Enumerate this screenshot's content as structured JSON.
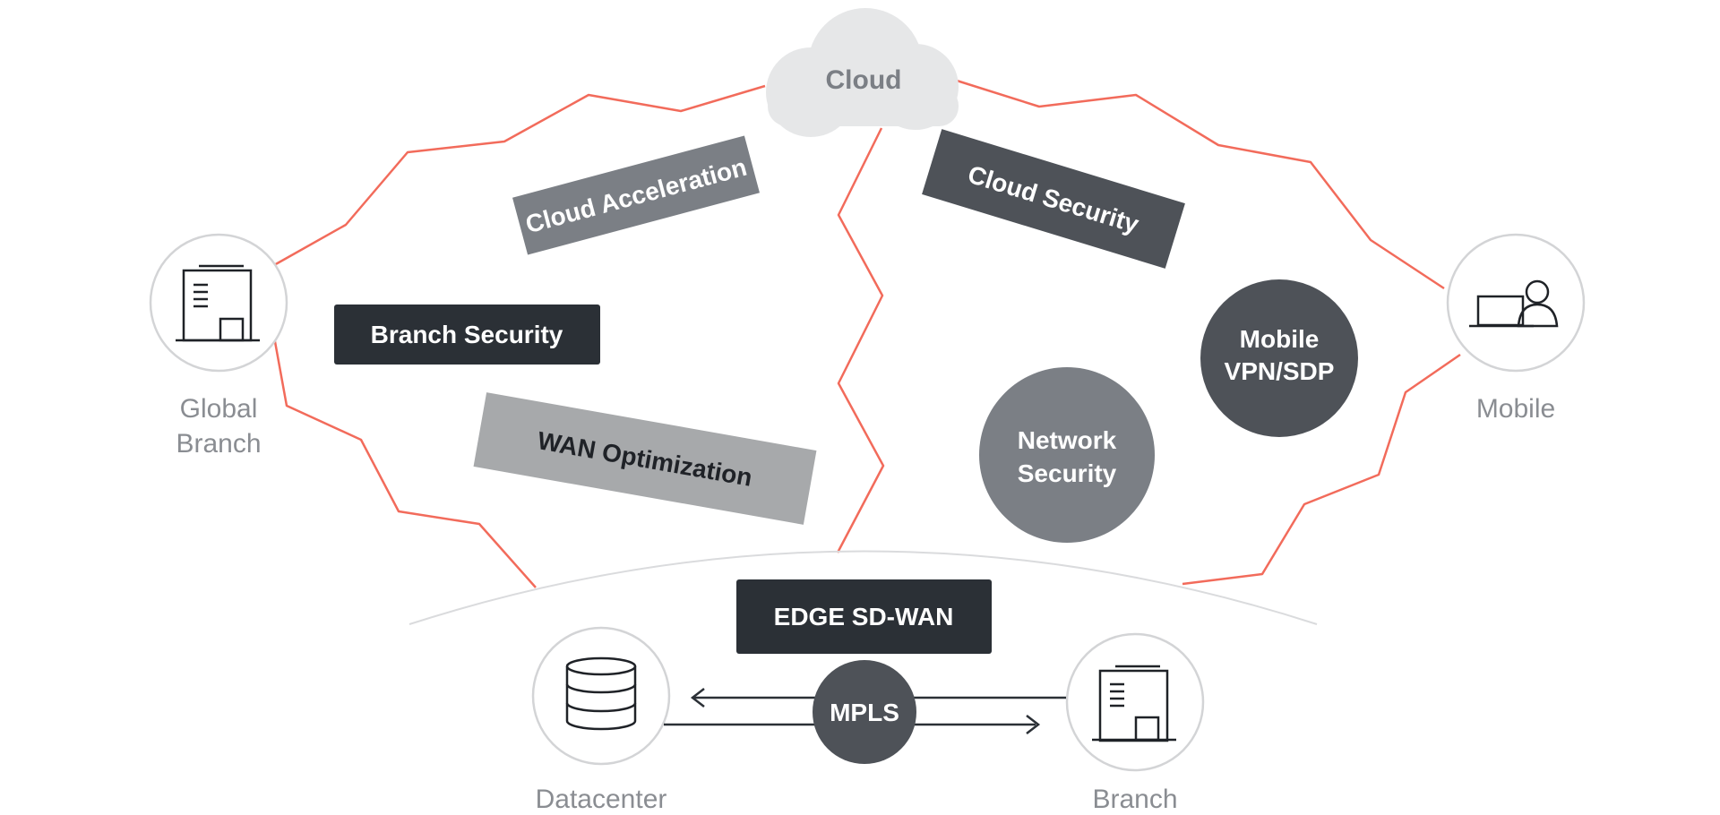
{
  "nodes": {
    "cloud": "Cloud",
    "global_branch_line1": "Global",
    "global_branch_line2": "Branch",
    "mobile": "Mobile",
    "datacenter": "Datacenter",
    "branch": "Branch"
  },
  "services": {
    "cloud_acceleration": "Cloud Acceleration",
    "branch_security": "Branch Security",
    "wan_optimization": "WAN Optimization",
    "cloud_security": "Cloud Security",
    "mobile_vpn_line1": "Mobile",
    "mobile_vpn_line2": "VPN/SDP",
    "network_security_line1": "Network",
    "network_security_line2": "Security",
    "edge_sdwan": "EDGE SD-WAN",
    "mpls": "MPLS"
  },
  "colors": {
    "route": "#f26b5b",
    "dark": "#2b3036",
    "mid": "#4e5258",
    "gray": "#7b7f85",
    "light": "#a7a9ab",
    "cloud_fill": "#e6e7e8",
    "ring": "#d3d4d6"
  },
  "icons": [
    "office-building-icon",
    "laptop-user-icon",
    "database-icon"
  ]
}
